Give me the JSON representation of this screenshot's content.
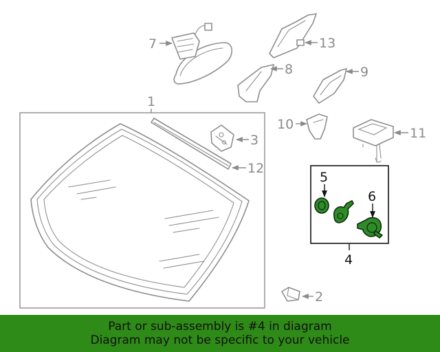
{
  "callouts": {
    "c1": "1",
    "c2": "2",
    "c3": "3",
    "c4": "4",
    "c5": "5",
    "c6": "6",
    "c7": "7",
    "c8": "8",
    "c9": "9",
    "c10": "10",
    "c11": "11",
    "c12": "12",
    "c13": "13"
  },
  "banner": {
    "line1": "Part or sub-assembly is #4 in diagram",
    "line2": "Diagram may not be specific to your vehicle"
  },
  "colors": {
    "banner_bg": "#2f8b17",
    "highlight": "#2f8a2a",
    "line_gray": "#8d8d8d"
  }
}
